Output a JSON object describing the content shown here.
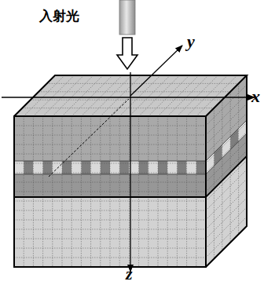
{
  "diagram": {
    "labels": [
      "入射光",
      "y",
      "x",
      "z"
    ]
  }
}
